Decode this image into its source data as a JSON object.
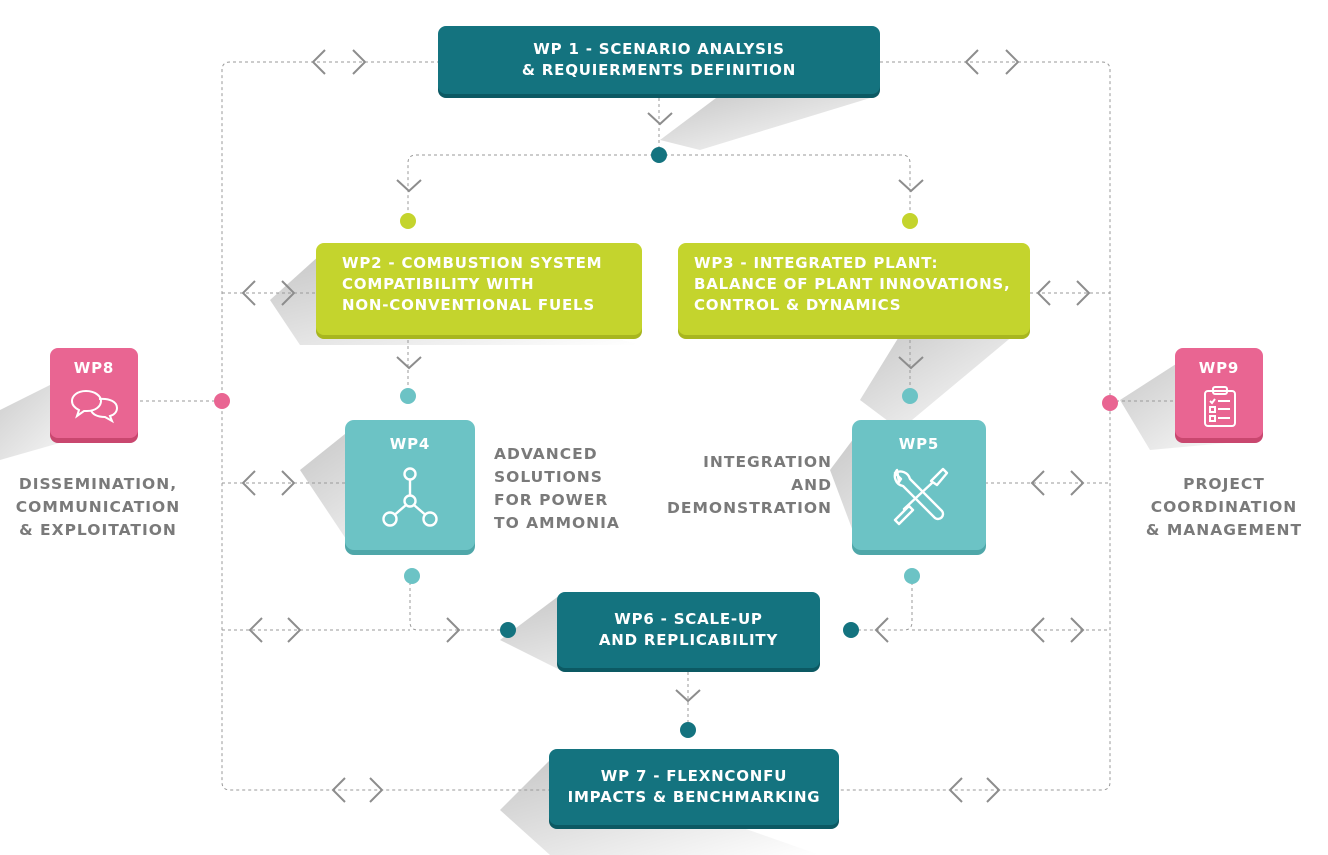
{
  "colors": {
    "teal_dark": "#14737f",
    "lime": "#c4d42d",
    "aqua": "#6cc3c5",
    "pink": "#e96592",
    "connector": "#999999",
    "label_grey": "#7a7a7a"
  },
  "wp1": {
    "line1": "WP 1 - SCENARIO ANALYSIS",
    "line2": "& REQUIERMENTS DEFINITION"
  },
  "wp2": {
    "line1": "WP2 - COMBUSTION SYSTEM",
    "line2": "COMPATIBILITY WITH",
    "line3": "NON-CONVENTIONAL FUELS"
  },
  "wp3": {
    "line1": "WP3 - INTEGRATED PLANT:",
    "line2": "BALANCE OF PLANT INNOVATIONS,",
    "line3": "CONTROL & DYNAMICS"
  },
  "wp4": {
    "title": "WP4",
    "icon": "molecule-icon",
    "label1": "ADVANCED",
    "label2": "SOLUTIONS",
    "label3": "FOR POWER",
    "label4": "TO AMMONIA"
  },
  "wp5": {
    "title": "WP5",
    "icon": "wrench-screwdriver-icon",
    "label1": "INTEGRATION",
    "label2": "AND",
    "label3": "DEMONSTRATION"
  },
  "wp6": {
    "line1": "WP6 - SCALE-UP",
    "line2": "AND REPLICABILITY"
  },
  "wp7": {
    "line1": "WP 7 - FLEXNCONFU",
    "line2": "IMPACTS & BENCHMARKING"
  },
  "wp8": {
    "title": "WP8",
    "icon": "speech-bubbles-icon",
    "label1": "DISSEMINATION,",
    "label2": "COMMUNICATION",
    "label3": "& EXPLOITATION"
  },
  "wp9": {
    "title": "WP9",
    "icon": "clipboard-checklist-icon",
    "label1": "PROJECT",
    "label2": "COORDINATION",
    "label3": "& MANAGEMENT"
  }
}
